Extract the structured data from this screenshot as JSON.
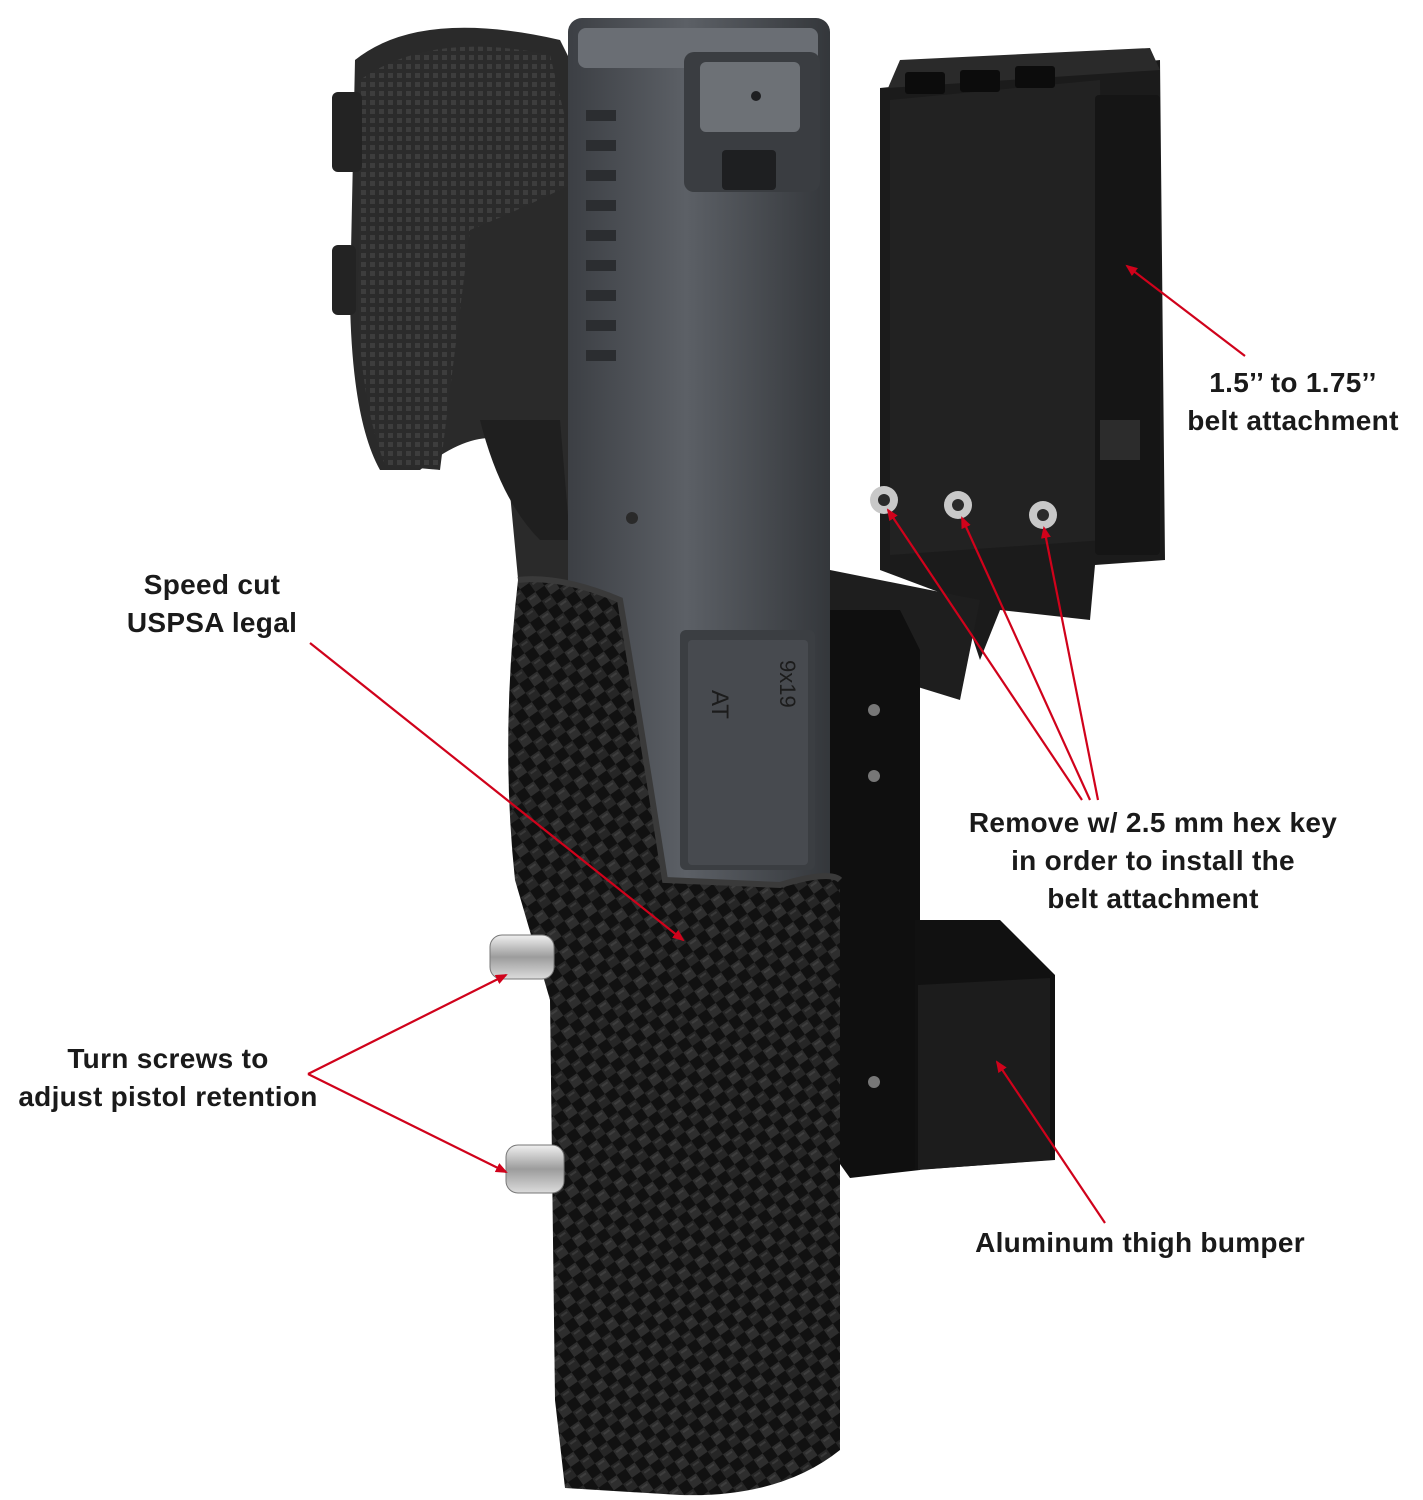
{
  "callouts": {
    "belt_attachment": {
      "lines": [
        "1.5’’ to 1.75’’",
        "belt attachment"
      ]
    },
    "speed_cut": {
      "lines": [
        "Speed cut",
        "USPSA legal"
      ]
    },
    "hex_key": {
      "lines": [
        "Remove w/ 2.5 mm hex key",
        "in order to install the",
        "belt attachment"
      ]
    },
    "turn_screws": {
      "lines": [
        "Turn screws to",
        "adjust pistol retention"
      ]
    },
    "thigh_bumper": {
      "lines": [
        "Aluminum thigh bumper"
      ]
    }
  },
  "pistol_markings": {
    "caliber_stamp": "9x19",
    "model_stamp": "AT"
  },
  "colors": {
    "arrow": "#d0021b",
    "text": "#1a1a1a",
    "holster_black": "#141414",
    "slide_gray": "#4a4d52"
  }
}
